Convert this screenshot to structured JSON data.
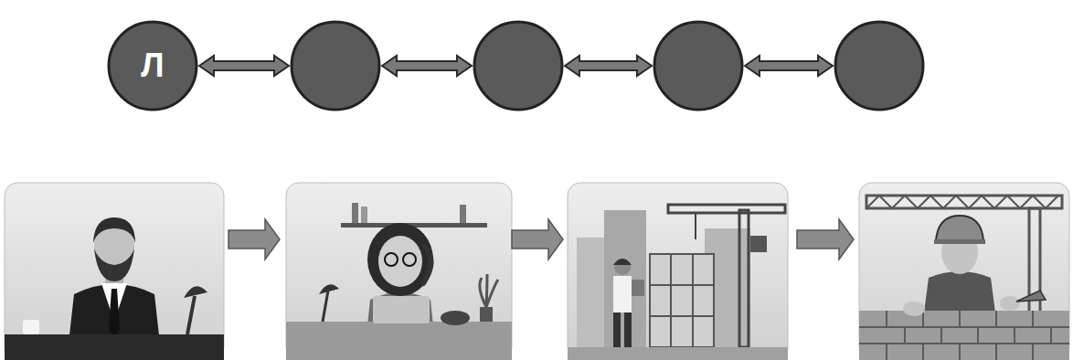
{
  "diagram": {
    "nodes": [
      {
        "text": [
          "Л"
        ]
      },
      {
        "text": []
      },
      {
        "text": []
      },
      {
        "text": []
      },
      {
        "text": []
      }
    ],
    "edges": [
      {
        "from": 0,
        "to": 1,
        "arrow": "both"
      },
      {
        "from": 1,
        "to": 2,
        "arrow": "both"
      },
      {
        "from": 2,
        "to": 3,
        "arrow": "both"
      },
      {
        "from": 3,
        "to": 4,
        "arrow": "both"
      }
    ]
  }
}
